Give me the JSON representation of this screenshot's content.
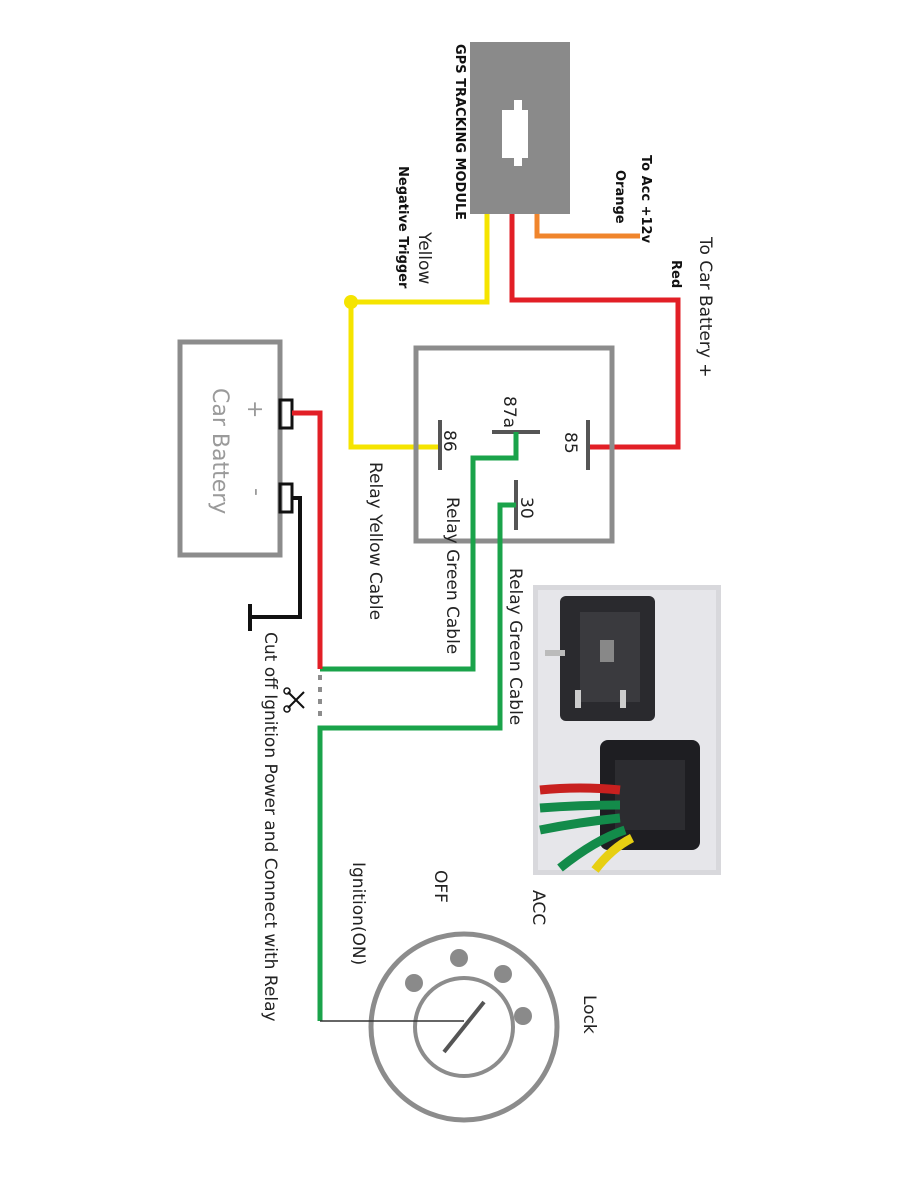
{
  "module": {
    "title": "GPS TRACKING MODULE"
  },
  "wires": {
    "yellow": {
      "color": "#f5e400",
      "label": "Yellow",
      "sublabel": "Negative Trigger"
    },
    "red": {
      "color": "#e21f26",
      "label": "Red",
      "sublabel": "To Car Battery +"
    },
    "orange": {
      "color": "#f0852c",
      "label": "Orange",
      "sublabel": "To Acc +12v"
    },
    "green": {
      "color": "#1aa34a"
    },
    "black": {
      "color": "#111111"
    }
  },
  "relay": {
    "pins": [
      "87a",
      "86",
      "85",
      "30"
    ],
    "yellow_cable_label": "Relay Yellow Cable",
    "green_cable_label_1": "Relay Green Cable",
    "green_cable_label_2": "Relay Green Cable"
  },
  "battery": {
    "title": "Car Battery",
    "plus": "+",
    "minus": "-"
  },
  "cut_label": "Cut off Ignition Power and Connect with Relay",
  "ignition": {
    "positions": [
      "Lock",
      "ACC",
      "OFF",
      "Ignition(ON)"
    ]
  }
}
